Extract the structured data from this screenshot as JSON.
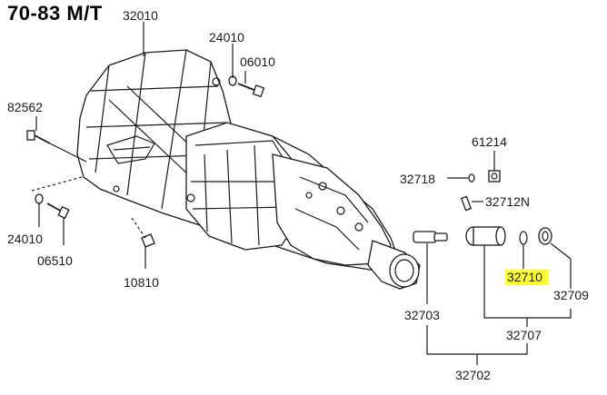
{
  "title": "70-83 M/T",
  "highlight_color": "#ffff33",
  "line_color": "#1a1a1a",
  "parts": {
    "p32010": "32010",
    "p24010_top": "24010",
    "p06010": "06010",
    "p82562": "82562",
    "p61214": "61214",
    "p32718": "32718",
    "p32712N": "32712N",
    "p24010_left": "24010",
    "p06510": "06510",
    "p10810": "10810",
    "p32703": "32703",
    "p32710": "32710",
    "p32709": "32709",
    "p32707": "32707",
    "p32702": "32702"
  }
}
